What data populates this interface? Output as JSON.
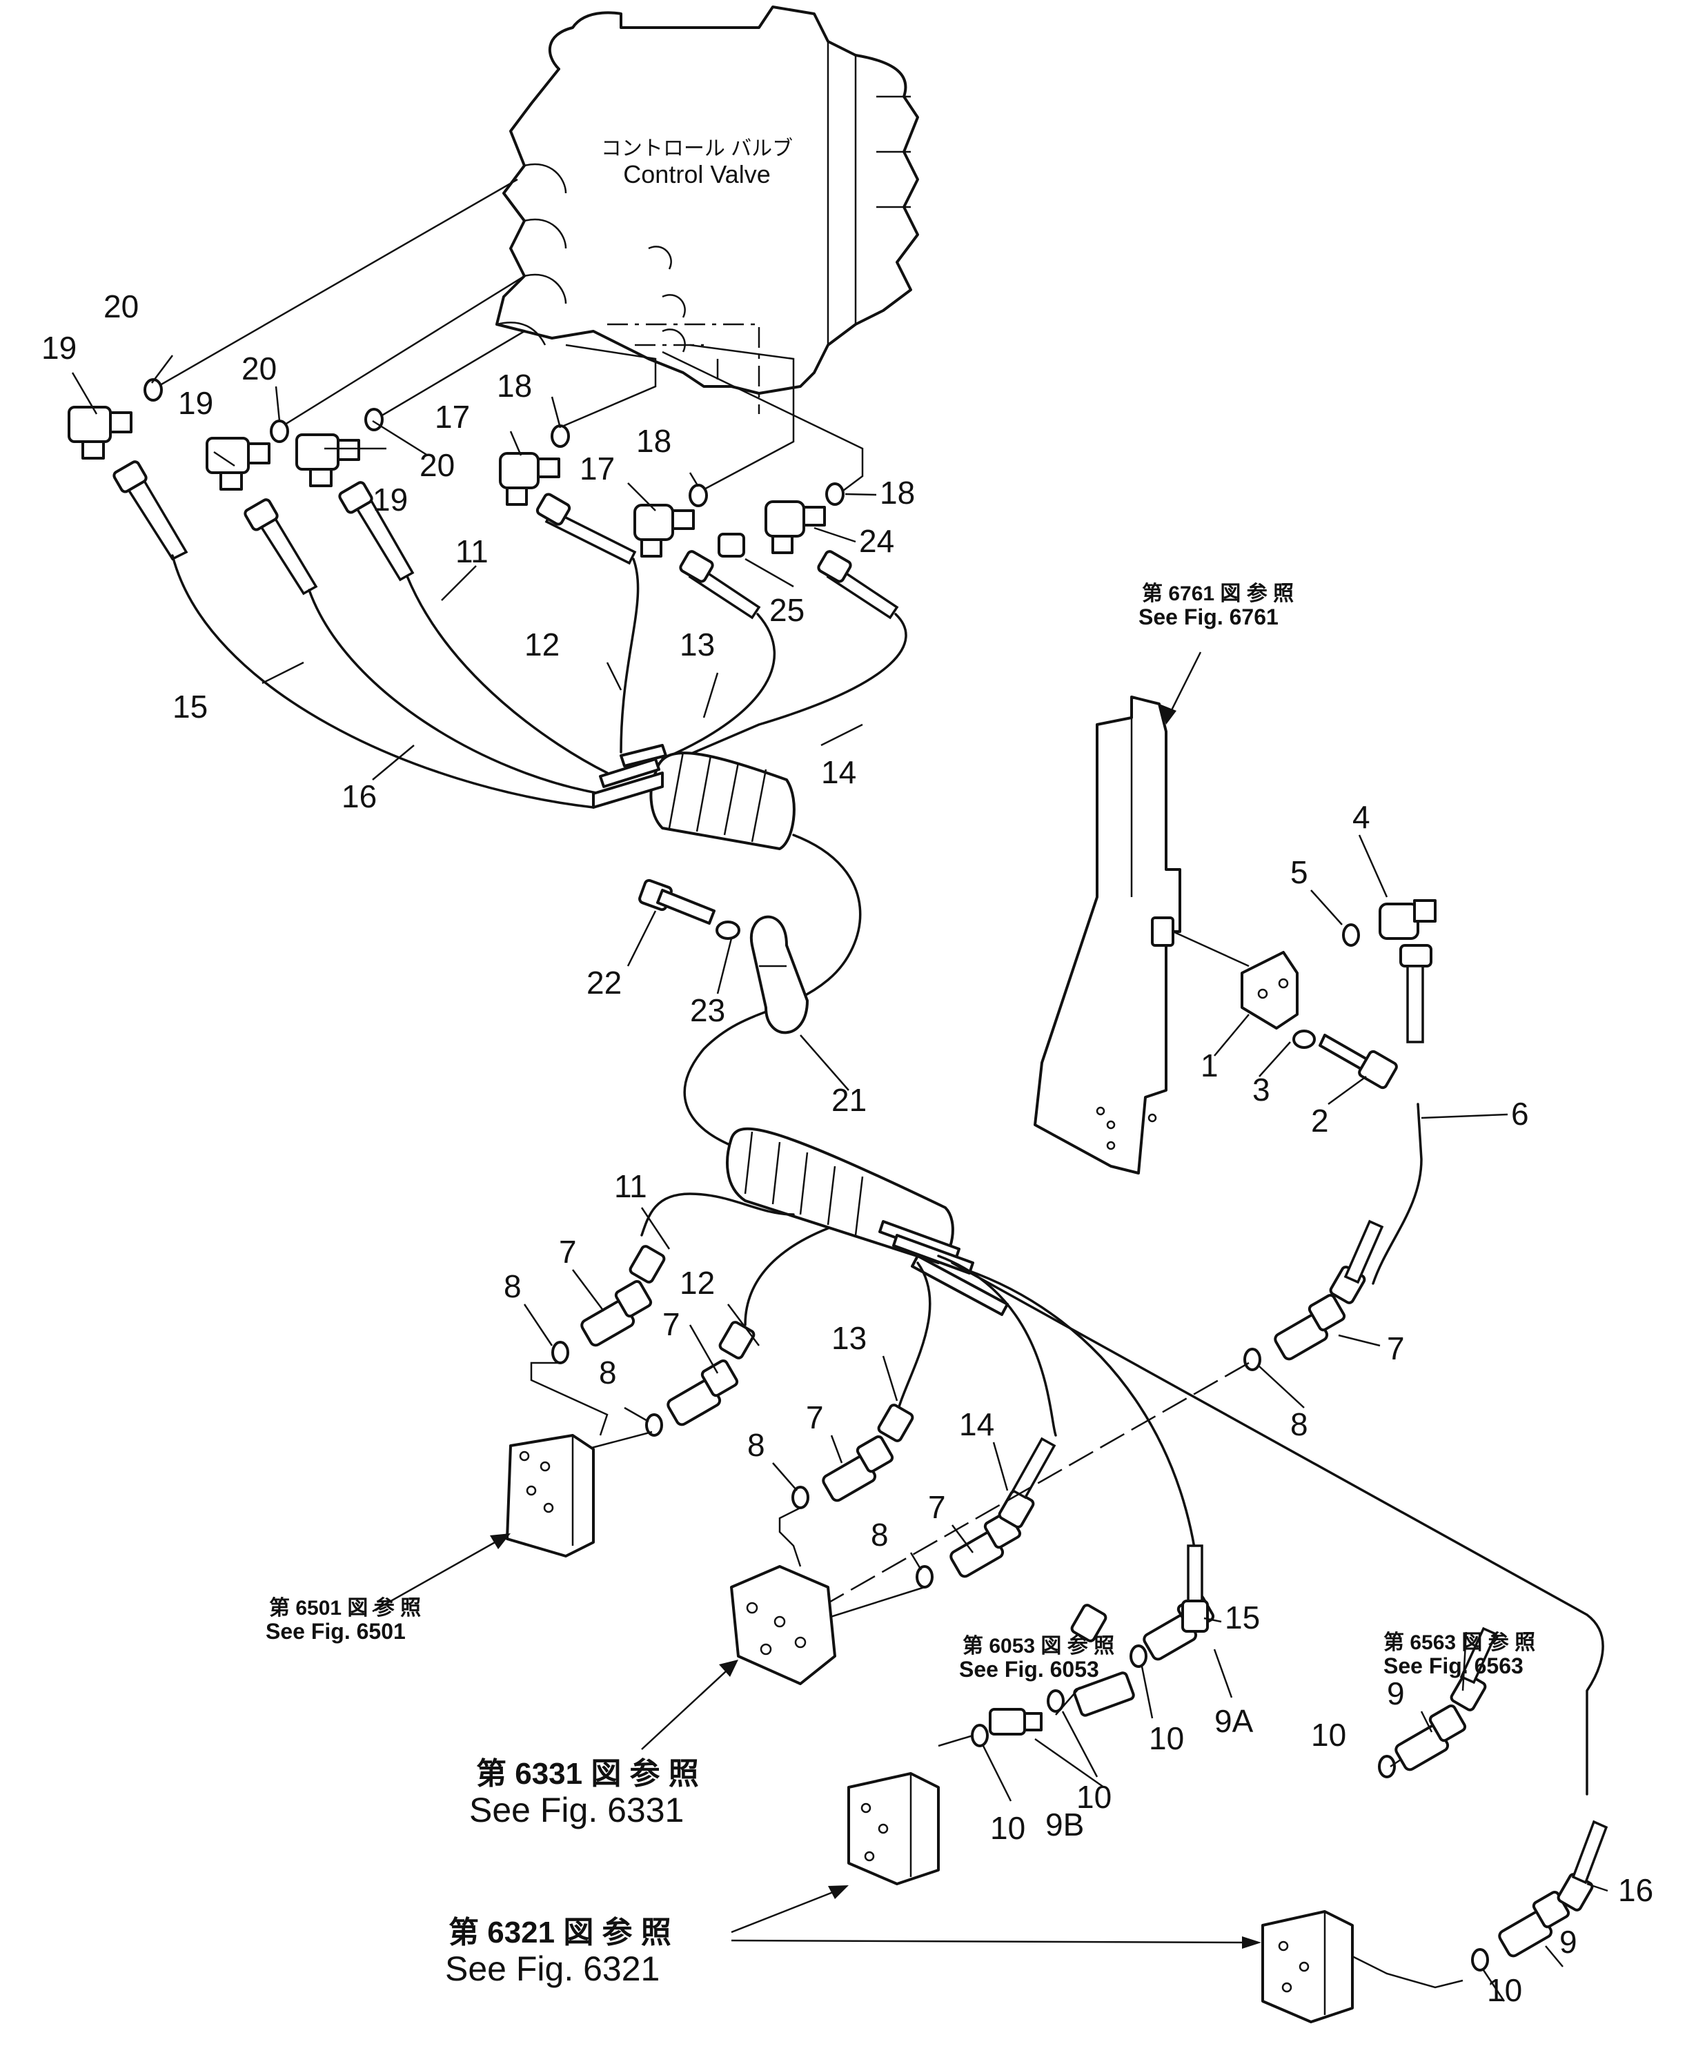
{
  "control_valve": {
    "label_jp": "コントロール バルブ",
    "label_en": "Control Valve"
  },
  "references": [
    {
      "id": "fig6761",
      "jp": "第 6761 図 参 照",
      "en": "See Fig. 6761"
    },
    {
      "id": "fig6501",
      "jp": "第 6501 図 参 照",
      "en": "See Fig. 6501"
    },
    {
      "id": "fig6331",
      "jp": "第 6331 図 参 照",
      "en": "See Fig. 6331"
    },
    {
      "id": "fig6053",
      "jp": "第 6053 図 参 照",
      "en": "See Fig. 6053"
    },
    {
      "id": "fig6563",
      "jp": "第 6563 図 参 照",
      "en": "See Fig. 6563"
    },
    {
      "id": "fig6321",
      "jp": "第 6321 図 参 照",
      "en": "See Fig. 6321"
    }
  ],
  "callouts": [
    "20",
    "19",
    "19",
    "20",
    "20",
    "19",
    "18",
    "17",
    "18",
    "17",
    "18",
    "24",
    "25",
    "11",
    "12",
    "13",
    "14",
    "15",
    "16",
    "22",
    "23",
    "21",
    "4",
    "5",
    "1",
    "3",
    "2",
    "6",
    "11",
    "7",
    "8",
    "12",
    "7",
    "8",
    "13",
    "7",
    "8",
    "14",
    "7",
    "8",
    "7",
    "8",
    "15",
    "9A",
    "10",
    "10",
    "9B",
    "10",
    "10",
    "9",
    "16",
    "10",
    "9"
  ]
}
